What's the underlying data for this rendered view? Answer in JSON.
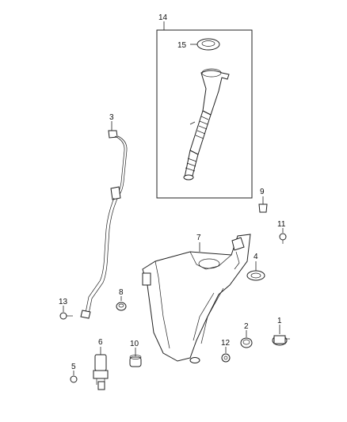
{
  "callouts": [
    {
      "id": "c14",
      "text": "14"
    },
    {
      "id": "c15",
      "text": "15"
    },
    {
      "id": "c3",
      "text": "3"
    },
    {
      "id": "c9",
      "text": "9"
    },
    {
      "id": "c7",
      "text": "7"
    },
    {
      "id": "c11",
      "text": "11"
    },
    {
      "id": "c4",
      "text": "4"
    },
    {
      "id": "c8",
      "text": "8"
    },
    {
      "id": "c13",
      "text": "13"
    },
    {
      "id": "c2",
      "text": "2"
    },
    {
      "id": "c1",
      "text": "1"
    },
    {
      "id": "c6",
      "text": "6"
    },
    {
      "id": "c10",
      "text": "10"
    },
    {
      "id": "c12",
      "text": "12"
    },
    {
      "id": "c5",
      "text": "5"
    }
  ]
}
